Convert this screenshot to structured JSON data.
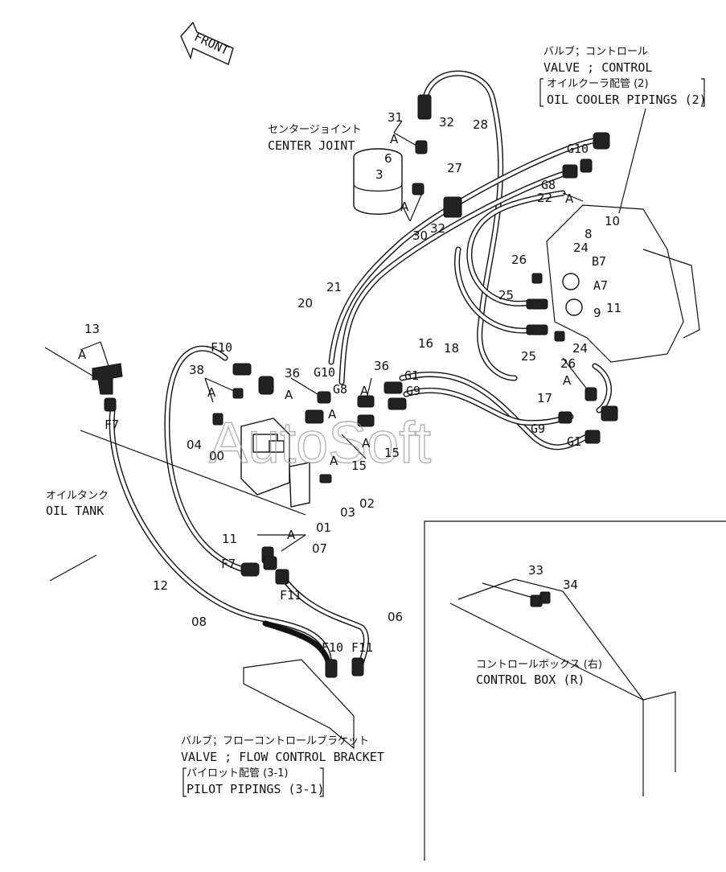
{
  "watermark": "AutoSoft",
  "front_arrow": "FRONT",
  "control_valve": {
    "jp": "バルブ；コントロール",
    "en": "VALVE ; CONTROL",
    "sub_jp": "オイルクーラ配管 (2)",
    "sub_en": "OIL COOLER PIPINGS (2)"
  },
  "center_joint": {
    "jp": "センタージョイント",
    "en": "CENTER JOINT"
  },
  "oil_tank": {
    "jp": "オイルタンク",
    "en": "OIL TANK"
  },
  "control_box": {
    "jp": "コントロールボックス (右)",
    "en": "CONTROL BOX (R)"
  },
  "flow_bracket": {
    "jp": "バルブ；フローコントロールブラケット",
    "en": "VALVE ; FLOW CONTROL BRACKET",
    "sub_jp": "パイロット配管 (3-1)",
    "sub_en": "PILOT PIPINGS (3-1)"
  },
  "port_labels": {
    "g10_top": "G10",
    "g8_top": "G8",
    "b7": "B7",
    "a7": "A7",
    "f10_top": "F10",
    "g10_mid": "G10",
    "g8_mid": "G8",
    "g1_mid": "G1",
    "g9_mid": "G9",
    "g9_right": "G9",
    "g1_right": "G1",
    "f7_left": "F7",
    "f7_low": "F7",
    "f11_mid": "F11",
    "f10_low": "F10",
    "f11_low": "F11"
  },
  "detail_letter": "A",
  "part_numbers": {
    "p31": "31",
    "p32a": "32",
    "p28": "28",
    "p6": "6",
    "p3": "3",
    "p27": "27",
    "p32b": "32",
    "p30": "30",
    "p22": "22",
    "p10": "10",
    "p8": "8",
    "p24a": "24",
    "p26a": "26",
    "p25a": "25",
    "p9": "9",
    "p11a": "11",
    "p24b": "24",
    "p25b": "25",
    "p26b": "26",
    "p21": "21",
    "p20": "20",
    "p16": "16",
    "p18": "18",
    "p17": "17",
    "p13": "13",
    "p38": "38",
    "p36a": "36",
    "p36b": "36",
    "p04": "04",
    "p00": "00",
    "p15a": "15",
    "p15b": "15",
    "p02": "02",
    "p03": "03",
    "p01": "01",
    "p11b": "11",
    "p07": "07",
    "p12": "12",
    "p08": "08",
    "p06": "06",
    "p33": "33",
    "p34": "34"
  }
}
